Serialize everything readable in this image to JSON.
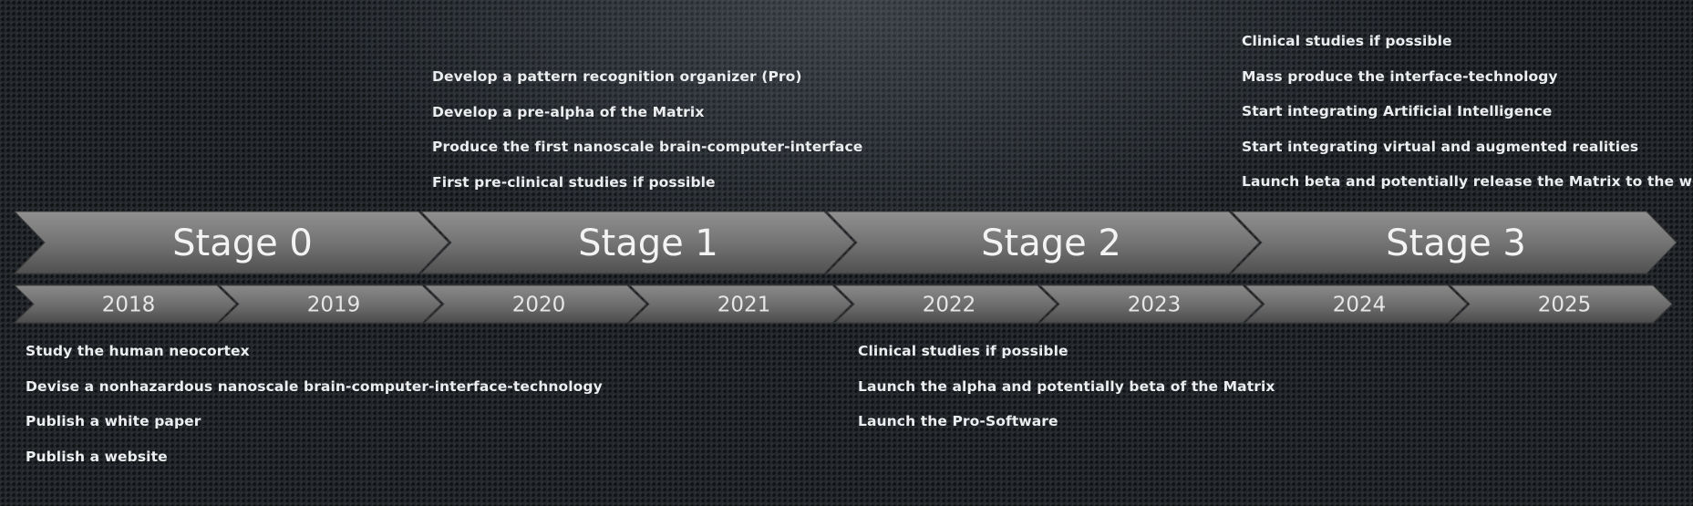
{
  "stages": [
    {
      "label": "Stage 0",
      "tasks": [
        "Study the human neocortex",
        "Devise a nonhazardous nanoscale brain-computer-interface-technology",
        "Publish a white paper",
        "Publish a website"
      ]
    },
    {
      "label": "Stage 1",
      "tasks": [
        "Develop a pattern recognition organizer (Pro)",
        "Develop a pre-alpha of the Matrix",
        "Produce the first nanoscale brain-computer-interface",
        "First pre-clinical studies if possible"
      ]
    },
    {
      "label": "Stage 2",
      "tasks": [
        "Clinical studies if possible",
        "Launch the alpha and potentially beta of the Matrix",
        "Launch the Pro-Software"
      ]
    },
    {
      "label": "Stage 3",
      "tasks": [
        "Clinical studies if possible",
        "Mass produce the interface-technology",
        "Start integrating Artificial Intelligence",
        "Start integrating virtual and augmented realities",
        "Launch beta and potentially release the Matrix to the web"
      ]
    }
  ],
  "years": [
    "2018",
    "2019",
    "2020",
    "2021",
    "2022",
    "2023",
    "2024",
    "2025"
  ],
  "colors": {
    "arrow_light": "#8b8b8b",
    "arrow_dark": "#5a5a5a",
    "text": "#ecedef"
  }
}
